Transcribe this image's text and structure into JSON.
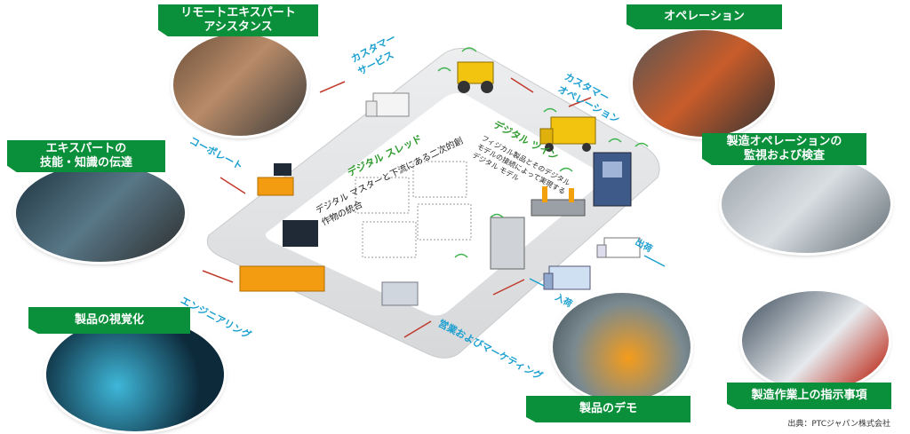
{
  "callouts": {
    "remote": "リモートエキスパート\nアシスタンス",
    "operation": "オペレーション",
    "expert_transfer": "エキスパートの\n技能・知識の伝達",
    "mfg_monitor": "製造オペレーションの\n監視および検査",
    "product_vis": "製品の視覚化",
    "product_demo": "製品のデモ",
    "mfg_instructions": "製造作業上の指示事項"
  },
  "loop_labels": {
    "customer_service": "カスタマー\nサービス",
    "customer_operation": "カスタマー\nオペレーション",
    "corporate": "コーポレート",
    "engineering": "エンジニアリング",
    "sales_marketing": "営業およびマーケティング"
  },
  "thread": {
    "title": "デジタル スレッド",
    "desc": "デジタル マスターと下流にある二次的創\n作物の統合",
    "twin_title": "デジタル ツイン",
    "twin_desc": "フィジカル製品とそのデジタル\nモデルの接続によって実現する\nデジタル モデル"
  },
  "flow": {
    "out": "出荷",
    "in": "入荷"
  },
  "source": "出典：PTCジャパン株式会社",
  "colors": {
    "accent": "#0a8f3a",
    "loop_text": "#1a9fd0",
    "road": "#d9dbdd",
    "tick": "#c0392b"
  }
}
